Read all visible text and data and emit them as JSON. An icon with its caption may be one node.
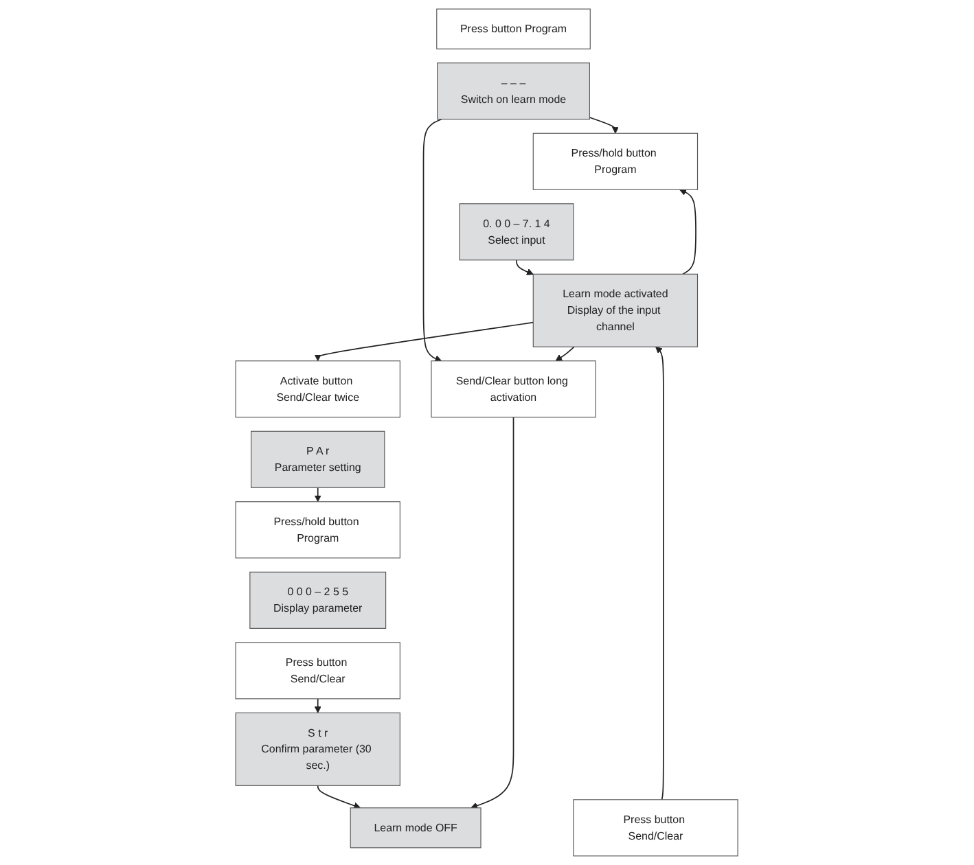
{
  "diagram": {
    "nodes": [
      {
        "text": [
          "Press button Program"
        ]
      },
      {
        "text": [
          "– – –",
          "Switch on learn mode"
        ]
      },
      {
        "text": [
          "Press/hold button Program"
        ]
      },
      {
        "text": [
          "0. 0 0 – 7. 1 4",
          "Select input"
        ]
      },
      {
        "text": [
          "Learn mode activated",
          "Display of the input channel"
        ]
      },
      {
        "text": [
          "Send/Clear button long activation"
        ]
      },
      {
        "text": [
          "Activate button Send/Clear twice"
        ]
      },
      {
        "text": [
          "P A r",
          "Parameter setting"
        ]
      },
      {
        "text": [
          "Press/hold button Program"
        ]
      },
      {
        "text": [
          "0 0 0 – 2 5 5",
          "Display parameter"
        ]
      },
      {
        "text": [
          "Press button Send/Clear"
        ]
      },
      {
        "text": [
          "S t r",
          "Confirm parameter (30 sec.)"
        ]
      },
      {
        "text": [
          "Press button Send/Clear"
        ]
      },
      {
        "text": [
          "Learn mode OFF"
        ]
      }
    ],
    "edges": [
      {
        "from": 1,
        "to": 2,
        "arrow": "to"
      },
      {
        "from": 1,
        "to": 5,
        "arrow": "to"
      },
      {
        "from": 3,
        "to": 4,
        "arrow": "to"
      },
      {
        "from": 4,
        "to": 2,
        "arrow": "to"
      },
      {
        "from": 4,
        "to": 5,
        "arrow": "to"
      },
      {
        "from": 4,
        "to": 6,
        "arrow": "to"
      },
      {
        "from": 7,
        "to": 8,
        "arrow": "to"
      },
      {
        "from": 10,
        "to": 11,
        "arrow": "to"
      },
      {
        "from": 11,
        "to": 13,
        "arrow": "to"
      },
      {
        "from": 12,
        "to": 4,
        "arrow": "to"
      },
      {
        "from": 5,
        "to": 13,
        "arrow": "to"
      }
    ]
  }
}
